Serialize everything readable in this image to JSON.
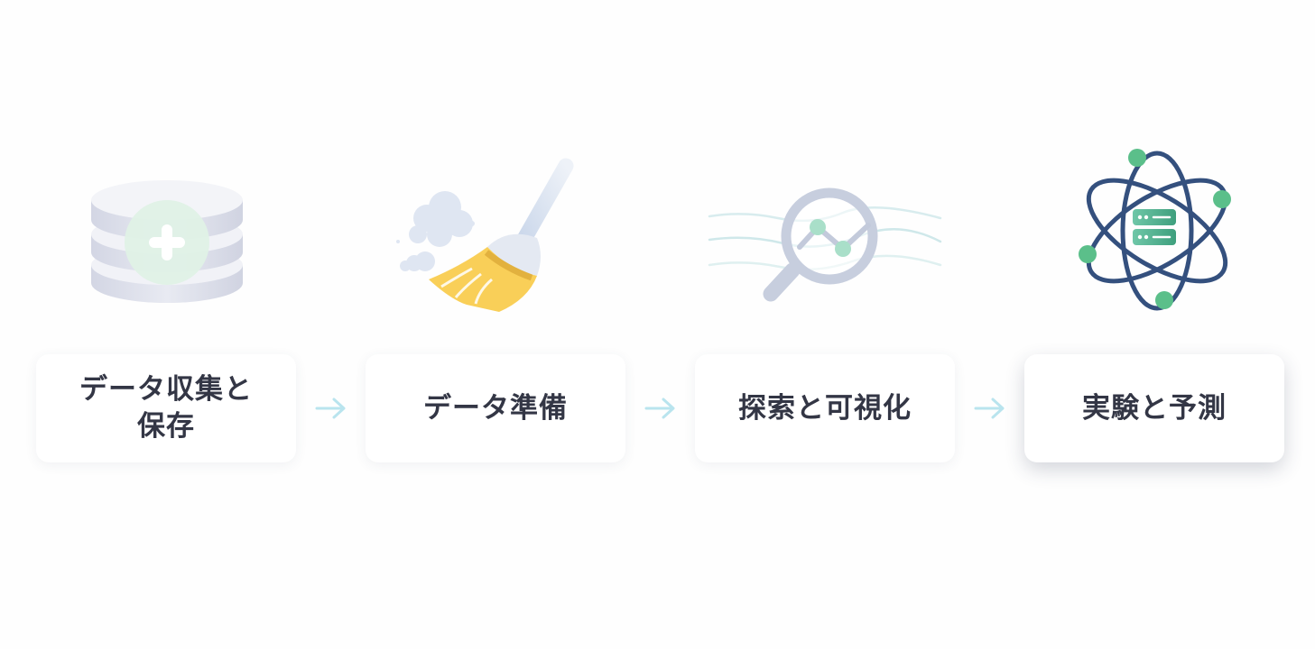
{
  "steps": [
    {
      "label": "データ収集と\n保存",
      "icon": "database-add-icon"
    },
    {
      "label": "データ準備",
      "icon": "broom-icon"
    },
    {
      "label": "探索と可視化",
      "icon": "magnifier-chart-icon"
    },
    {
      "label": "実験と予測",
      "icon": "atom-server-icon"
    }
  ],
  "active_step": 3,
  "colors": {
    "card_text": "#333645",
    "arrow": "#b9e4ee",
    "accent_green": "#5bbf8a",
    "navy": "#34507e",
    "broom_yellow": "#f9cf58"
  }
}
